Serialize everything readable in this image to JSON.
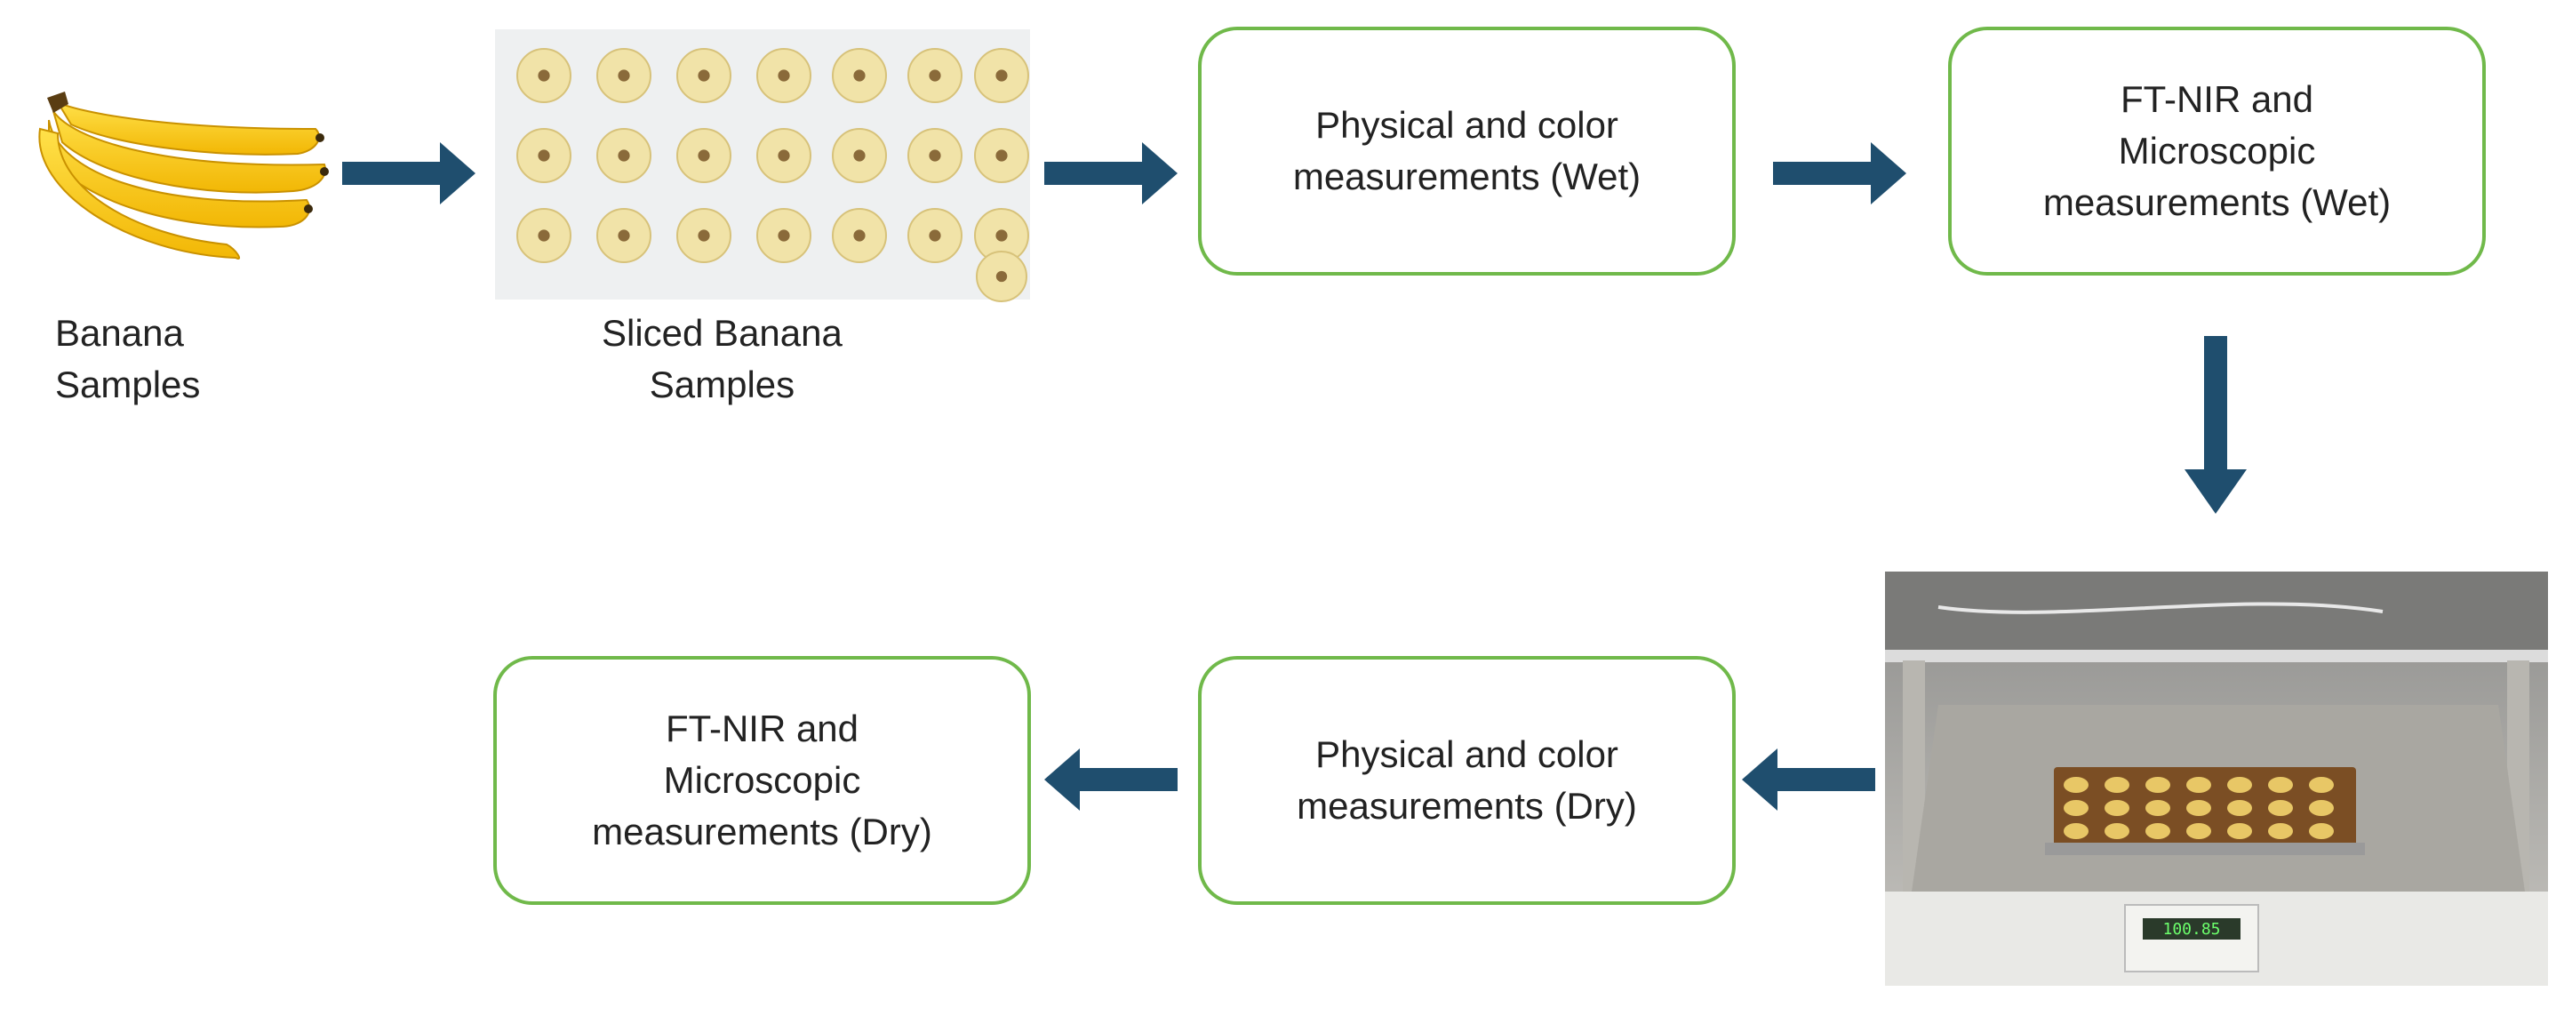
{
  "diagram": {
    "images": {
      "banana": {
        "caption": "Banana\nSamples",
        "icon": "banana-bunch-icon"
      },
      "sliced": {
        "caption": "Sliced Banana\nSamples",
        "icon": "sliced-banana-tray-icon"
      },
      "oven": {
        "icon": "drying-oven-icon",
        "scale_readout": "100.85"
      }
    },
    "boxes": {
      "physical_wet": "Physical and color\nmeasurements (Wet)",
      "ftnir_wet": "FT-NIR and\nMicroscopic\nmeasurements (Wet)",
      "physical_dry": "Physical and color\nmeasurements (Dry)",
      "ftnir_dry": "FT-NIR and\nMicroscopic\nmeasurements (Dry)"
    },
    "colors": {
      "box_border": "#70b94a",
      "arrow": "#1f4e6e",
      "text": "#222222"
    }
  }
}
